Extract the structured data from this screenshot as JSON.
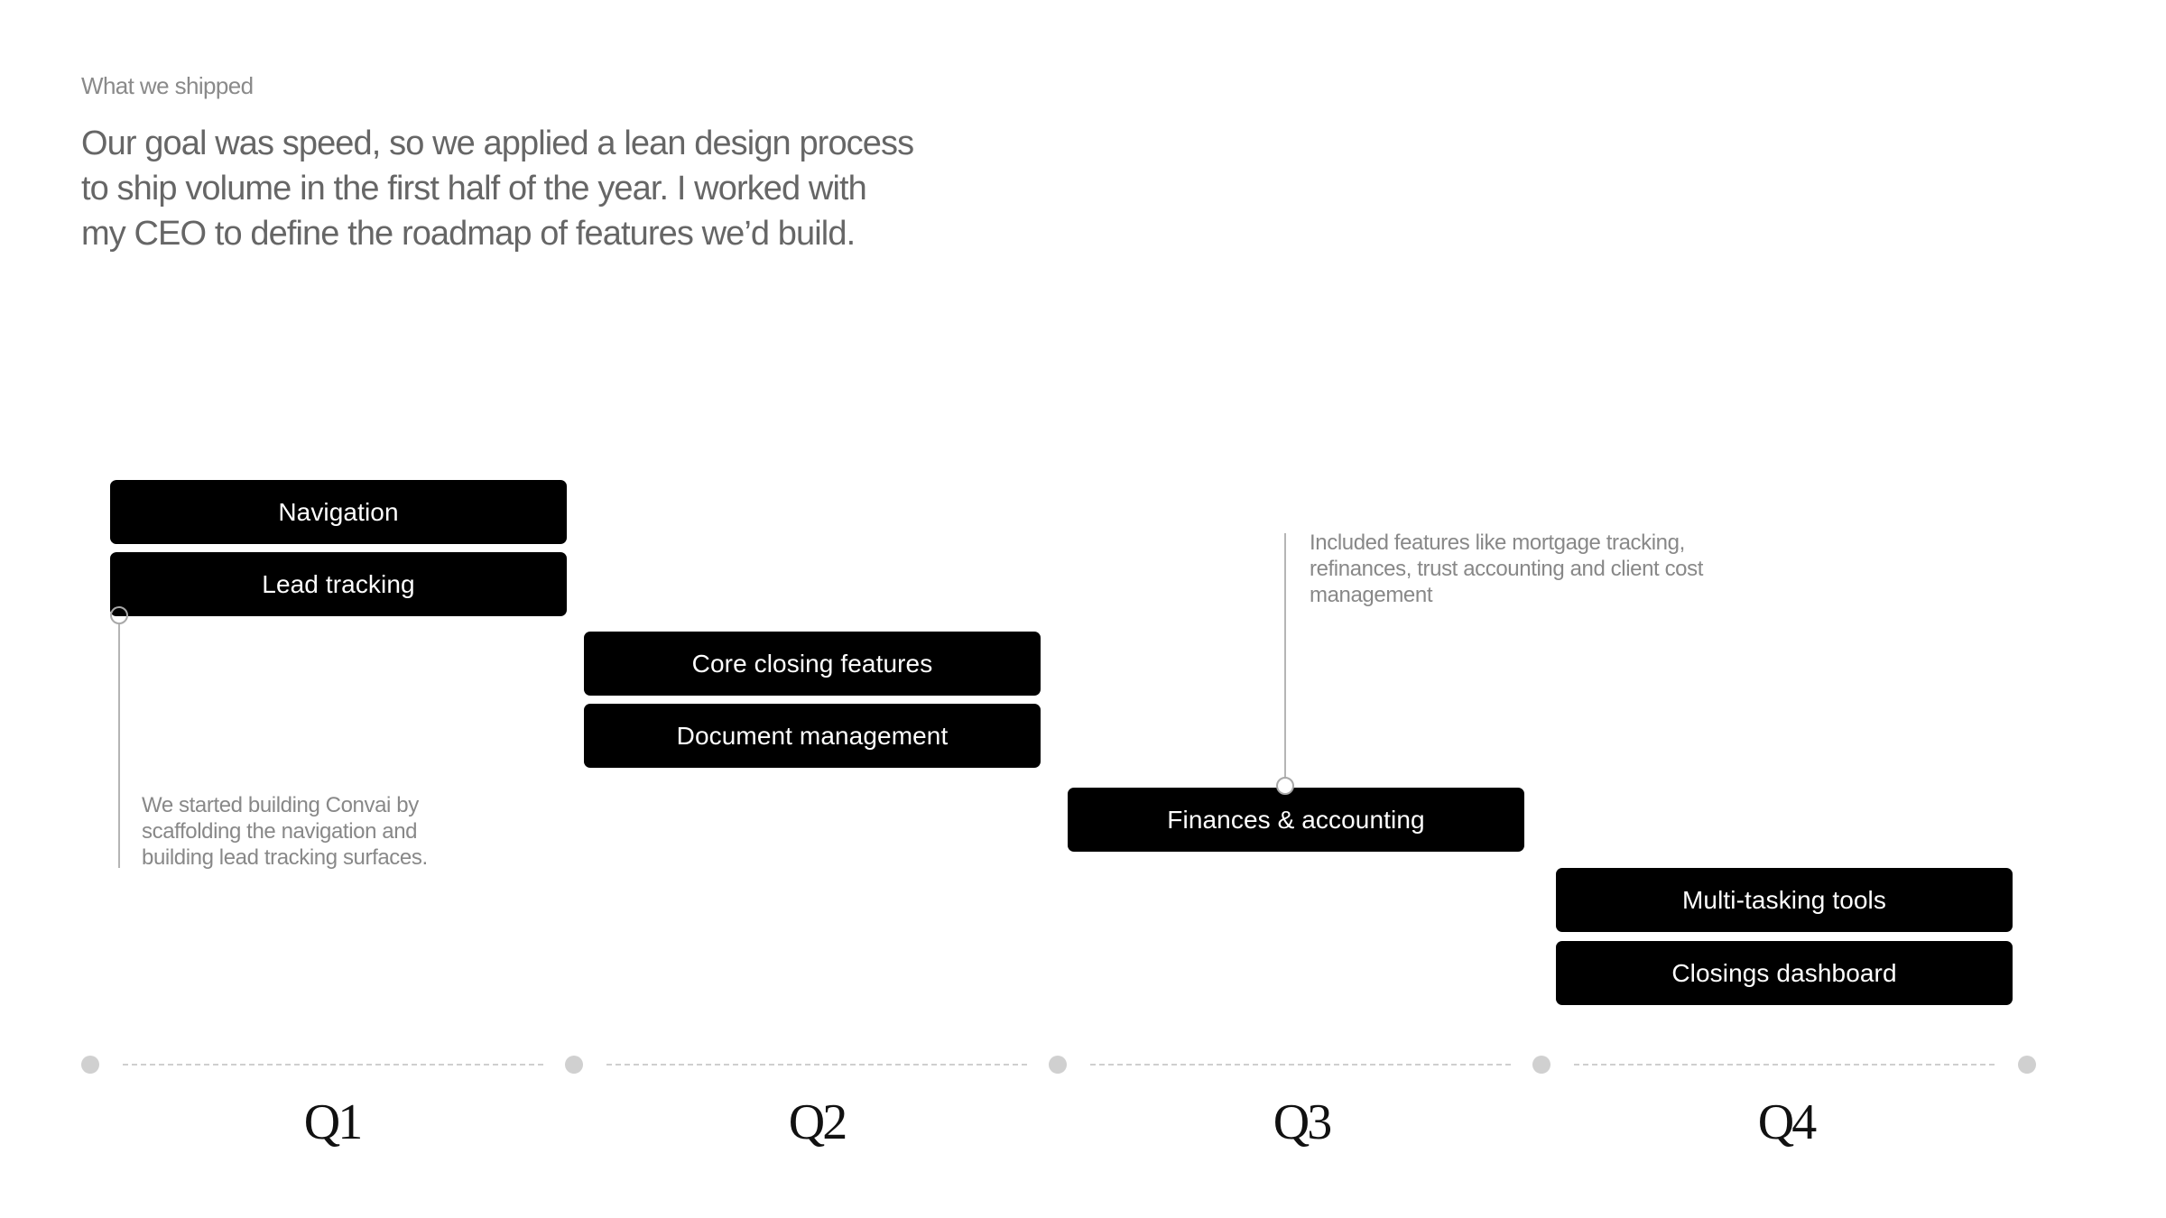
{
  "header": {
    "eyebrow": "What we shipped",
    "lead_lines": [
      "Our goal was speed, so we applied a lean design process",
      "to ship volume in the first half of the year. I worked with",
      "my CEO to define the roadmap of features we’d build."
    ]
  },
  "quarters": [
    {
      "label": "Q1",
      "features": [
        "Navigation",
        "Lead tracking"
      ],
      "note_lines": [
        "We started building Convai by",
        "scaffolding the navigation and",
        "building lead tracking surfaces."
      ]
    },
    {
      "label": "Q2",
      "features": [
        "Core closing features",
        "Document management"
      ]
    },
    {
      "label": "Q3",
      "features": [
        "Finances & accounting"
      ],
      "note_lines": [
        "Included features like mortgage tracking,",
        "refinances, trust accounting and client cost",
        "management"
      ]
    },
    {
      "label": "Q4",
      "features": [
        "Multi-tasking tools",
        "Closings dashboard"
      ]
    }
  ],
  "colors": {
    "feature_box": "#000000",
    "feature_text": "#ffffff",
    "muted_text": "#888888",
    "lead_text": "#666666",
    "timeline": "#d0d0d0"
  }
}
